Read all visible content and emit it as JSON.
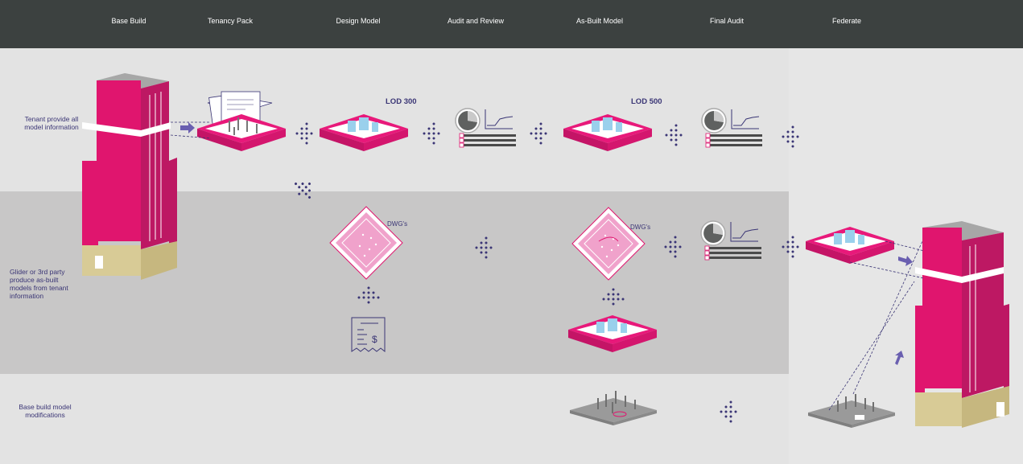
{
  "stages": [
    {
      "label": "Base Build"
    },
    {
      "label": "Tenancy Pack"
    },
    {
      "label": "Design Model"
    },
    {
      "label": "Audit and Review"
    },
    {
      "label": "As-Built Model"
    },
    {
      "label": "Final Audit"
    },
    {
      "label": "Federate"
    }
  ],
  "rows": [
    {
      "label_lines": [
        "Tenant provide all",
        "model information"
      ]
    },
    {
      "label_lines": [
        "Glider or 3rd party",
        "produce  as-built",
        "models from tenant",
        "information"
      ]
    },
    {
      "label_lines": [
        "Base build model",
        "modifications"
      ]
    }
  ],
  "lod": {
    "design": "LOD 300",
    "asbuilt": "LOD 500"
  },
  "dwg": {
    "design": "DWG's",
    "asbuilt": "DWG's"
  },
  "icons": [
    "building-icon",
    "document-stack-icon",
    "floor-plate-icon",
    "arrow-dots-icon",
    "audit-report-icon",
    "drawing-sheet-icon",
    "invoice-icon",
    "base-slab-icon"
  ],
  "colors": {
    "header": "#3c4140",
    "magenta": "#e0156e",
    "navy": "#3a3575",
    "pink": "#f0a2cb",
    "tan": "#d8cb96",
    "cyan": "#9ad0ec"
  }
}
